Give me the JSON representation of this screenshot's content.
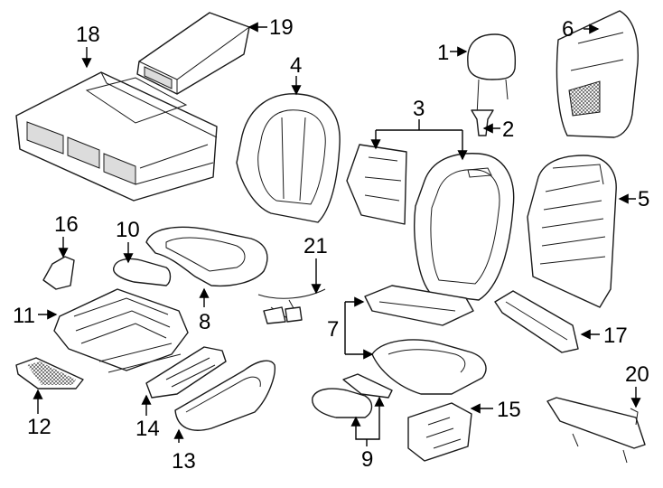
{
  "callouts": {
    "c1": "1",
    "c2": "2",
    "c3": "3",
    "c4": "4",
    "c5": "5",
    "c6": "6",
    "c7": "7",
    "c8": "8",
    "c9": "9",
    "c10": "10",
    "c11": "11",
    "c12": "12",
    "c13": "13",
    "c14": "14",
    "c15": "15",
    "c16": "16",
    "c17": "17",
    "c18": "18",
    "c19": "19",
    "c20": "20",
    "c21": "21"
  },
  "colors": {
    "line": "#1a1a1a",
    "background": "#ffffff",
    "shade": "#dcdcdc"
  }
}
